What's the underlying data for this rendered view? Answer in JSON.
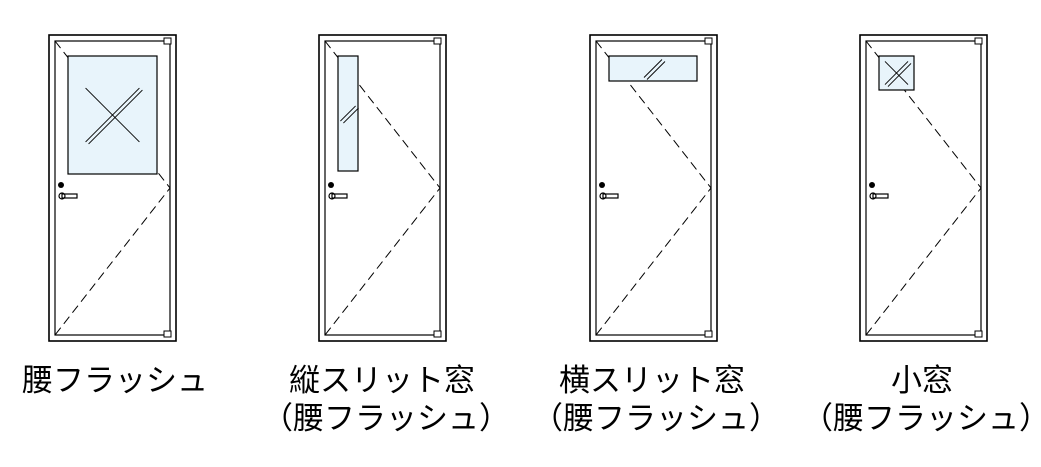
{
  "colors": {
    "line": "#000000",
    "glass": "#e8f4fb",
    "background": "#ffffff"
  },
  "doors": [
    {
      "id": "koshi-flush",
      "window": "large",
      "label_lines": [
        "腰フラッシュ"
      ]
    },
    {
      "id": "tate-slit",
      "window": "vertical-slit",
      "label_lines": [
        "縦スリット窓",
        "（腰フラッシュ）"
      ]
    },
    {
      "id": "yoko-slit",
      "window": "horizontal-slit",
      "label_lines": [
        "横スリット窓",
        "（腰フラッシュ）"
      ]
    },
    {
      "id": "komado",
      "window": "small",
      "label_lines": [
        "小窓",
        "（腰フラッシュ）"
      ]
    }
  ]
}
